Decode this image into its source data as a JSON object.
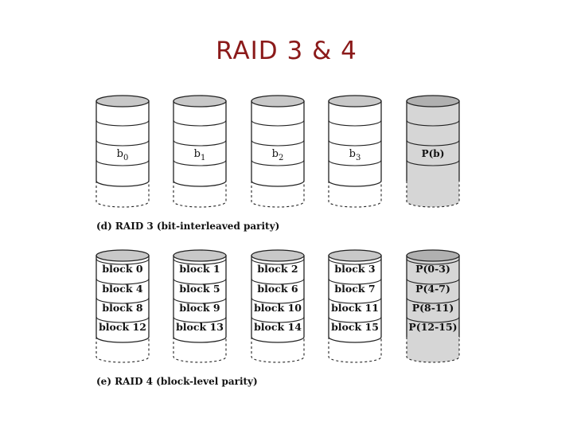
{
  "slide": {
    "title": "RAID 3 & 4",
    "title_color": "#8b1a1a"
  },
  "raid3": {
    "caption": "(d) RAID 3 (bit-interleaved parity)",
    "disks": [
      {
        "label": "b",
        "subscript": "0",
        "parity": false
      },
      {
        "label": "b",
        "subscript": "1",
        "parity": false
      },
      {
        "label": "b",
        "subscript": "2",
        "parity": false
      },
      {
        "label": "b",
        "subscript": "3",
        "parity": false
      },
      {
        "label": "P(b)",
        "subscript": "",
        "parity": true
      }
    ]
  },
  "raid4": {
    "caption": "(e) RAID 4 (block-level parity)",
    "disks": [
      {
        "parity": false,
        "strips": [
          "block 0",
          "block 4",
          "block 8",
          "block 12"
        ]
      },
      {
        "parity": false,
        "strips": [
          "block 1",
          "block 5",
          "block 9",
          "block 13"
        ]
      },
      {
        "parity": false,
        "strips": [
          "block 2",
          "block 6",
          "block 10",
          "block 14"
        ]
      },
      {
        "parity": false,
        "strips": [
          "block 3",
          "block 7",
          "block 11",
          "block 15"
        ]
      },
      {
        "parity": true,
        "strips": [
          "P(0-3)",
          "P(4-7)",
          "P(8-11)",
          "P(12-15)"
        ]
      }
    ]
  },
  "colors": {
    "disk_fill": "#ffffff",
    "parity_fill": "#d6d6d6",
    "disk_top": "#c8c8c8",
    "parity_top": "#b0b0b0",
    "stroke": "#222222"
  }
}
